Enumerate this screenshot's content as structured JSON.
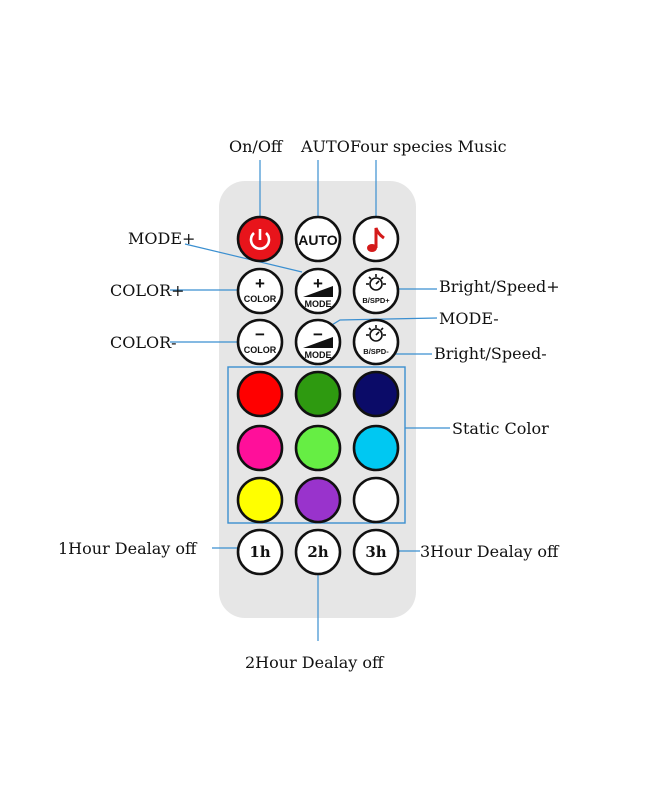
{
  "labels": {
    "on_off": "On/Off",
    "auto": "AUTO",
    "music": "Four species Music",
    "mode_plus": "MODE+",
    "color_plus": "COLOR+",
    "bright_speed_plus": "Bright/Speed+",
    "mode_minus": "MODE-",
    "color_minus": "COLOR-",
    "bright_speed_minus": "Bright/Speed-",
    "static_color": "Static Color",
    "hour1": "1Hour Dealay off",
    "hour2": "2Hour Dealay off",
    "hour3": "3Hour Dealay off"
  },
  "buttons": {
    "auto": "AUTO",
    "color": "COLOR",
    "mode": "MODE",
    "bspd_plus": "B/SPD+",
    "bspd_minus": "B/SPD-",
    "plus": "+",
    "minus": "−",
    "h1": "1h",
    "h2": "2h",
    "h3": "3h"
  },
  "colors": {
    "power": "#e8141b",
    "accent_line": "#3b8fd0",
    "remote_body": "#e6e6e6",
    "static": [
      "#ff0000",
      "#2e9a10",
      "#0b0b68",
      "#ff0f9a",
      "#66ee44",
      "#00c8f2",
      "#ffff00",
      "#9933cc",
      "#ffffff"
    ]
  }
}
